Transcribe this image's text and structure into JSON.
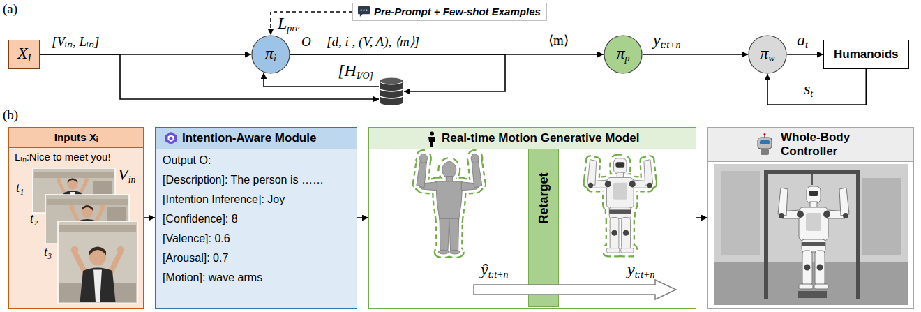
{
  "diagram": {
    "nodes": [
      {
        "text": [
          "XI"
        ]
      },
      {
        "text": [
          "Pre-Prompt + Few-shot Examples"
        ]
      },
      {
        "text": [
          "πi"
        ]
      },
      {
        "text": [
          "[HI/O]"
        ]
      },
      {
        "text": [
          "πp"
        ]
      },
      {
        "text": [
          "πw"
        ]
      },
      {
        "text": [
          "Humanoids"
        ]
      },
      {
        "text": [
          "Inputs Xᵢ",
          "Lᵢₙ:Nice to meet you!",
          "Vin",
          "t₁",
          "t₂",
          "t₃"
        ]
      },
      {
        "text": [
          "Intention-Aware Module",
          "Output O:",
          "[Description]: The person is ……",
          "[Intention Inference]: Joy",
          "[Confidence]: 8",
          "[Valence]: 0.6",
          "[Arousal]: 0.7",
          "[Motion]: wave arms"
        ]
      },
      {
        "text": [
          "Real-time Motion Generative Model",
          "ŷt:t+n",
          "yt:t+n"
        ]
      },
      {
        "text": [
          "Retarget"
        ],
        "in": 9
      },
      {
        "text": [
          "Whole-Body Controller"
        ]
      }
    ],
    "edges": [
      {
        "from": 0,
        "to": 2,
        "label": "[Vᵢₙ, Lᵢₙ]",
        "arrow": "to"
      },
      {
        "from": 0,
        "to": 3,
        "arrow": "to"
      },
      {
        "from": 3,
        "to": 2,
        "arrow": "to"
      },
      {
        "from": 1,
        "to": 2,
        "label": "Lpre",
        "arrow": "to"
      },
      {
        "from": 2,
        "to": 3,
        "label": "O = [d, i , (V, A), ⟨m⟩]",
        "arrow": "to"
      },
      {
        "from": 2,
        "to": 4,
        "label": "⟨m⟩",
        "arrow": "to"
      },
      {
        "from": 4,
        "to": 5,
        "label": "yt:t+n",
        "arrow": "to"
      },
      {
        "from": 5,
        "to": 6,
        "label": "at",
        "arrow": "to"
      },
      {
        "from": 6,
        "to": 5,
        "label": "st",
        "arrow": "to"
      },
      {
        "from": 7,
        "to": 8,
        "arrow": "to"
      },
      {
        "from": 8,
        "to": 9,
        "arrow": "to"
      },
      {
        "from": 9,
        "to": 11,
        "arrow": "to"
      }
    ],
    "labels": [
      "(a)",
      "(b)"
    ]
  }
}
